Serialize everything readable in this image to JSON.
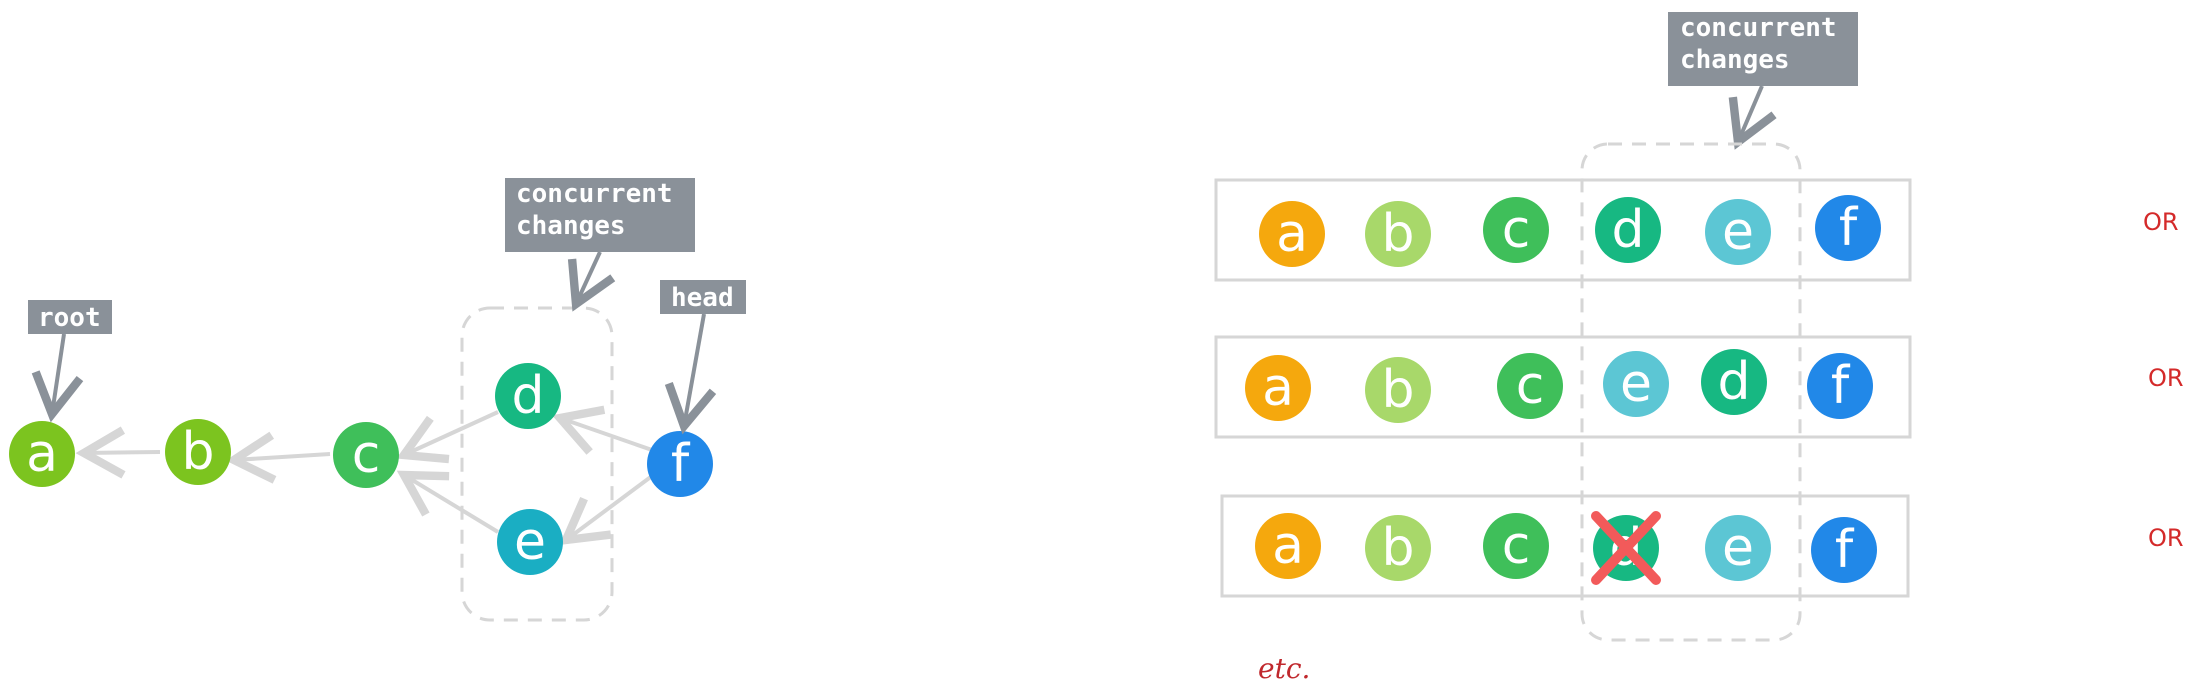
{
  "colors": {
    "a": "#7cc41f",
    "b": "#7cc41f",
    "c": "#3fbf5a",
    "d": "#17b882",
    "e": "#1aaec3",
    "f": "#2188e8",
    "seq_a": "#f5a80d",
    "seq_b": "#a8d86a",
    "seq_c": "#3fbf5a",
    "seq_d": "#17b882",
    "seq_e": "#5cc6d4",
    "seq_f": "#2188e8",
    "label_bg": "#8a9199",
    "edge": "#d6d6d6",
    "dashed": "#d6d6d6",
    "cross": "#f25a5a",
    "or": "#d42a2a"
  },
  "graph": {
    "nodes": [
      {
        "id": "a",
        "label": "a"
      },
      {
        "id": "b",
        "label": "b"
      },
      {
        "id": "c",
        "label": "c"
      },
      {
        "id": "d",
        "label": "d"
      },
      {
        "id": "e",
        "label": "e"
      },
      {
        "id": "f",
        "label": "f"
      }
    ],
    "edges": [
      {
        "from": "b",
        "to": "a"
      },
      {
        "from": "c",
        "to": "b"
      },
      {
        "from": "d",
        "to": "c"
      },
      {
        "from": "e",
        "to": "c"
      },
      {
        "from": "f",
        "to": "d"
      },
      {
        "from": "f",
        "to": "e"
      }
    ],
    "labels": {
      "root": "root",
      "head": "head",
      "concurrent_line1": "concurrent",
      "concurrent_line2": "changes"
    }
  },
  "sequences": {
    "label_line1": "concurrent",
    "label_line2": "changes",
    "rows": [
      {
        "items": [
          "a",
          "b",
          "c",
          "d",
          "e",
          "f"
        ],
        "suffix": "OR"
      },
      {
        "items": [
          "a",
          "b",
          "c",
          "e",
          "d",
          "f"
        ],
        "suffix": "OR"
      },
      {
        "items": [
          "a",
          "b",
          "c",
          "d",
          "e",
          "f"
        ],
        "suffix": "OR",
        "crossed": "d"
      }
    ],
    "footer": "etc."
  }
}
